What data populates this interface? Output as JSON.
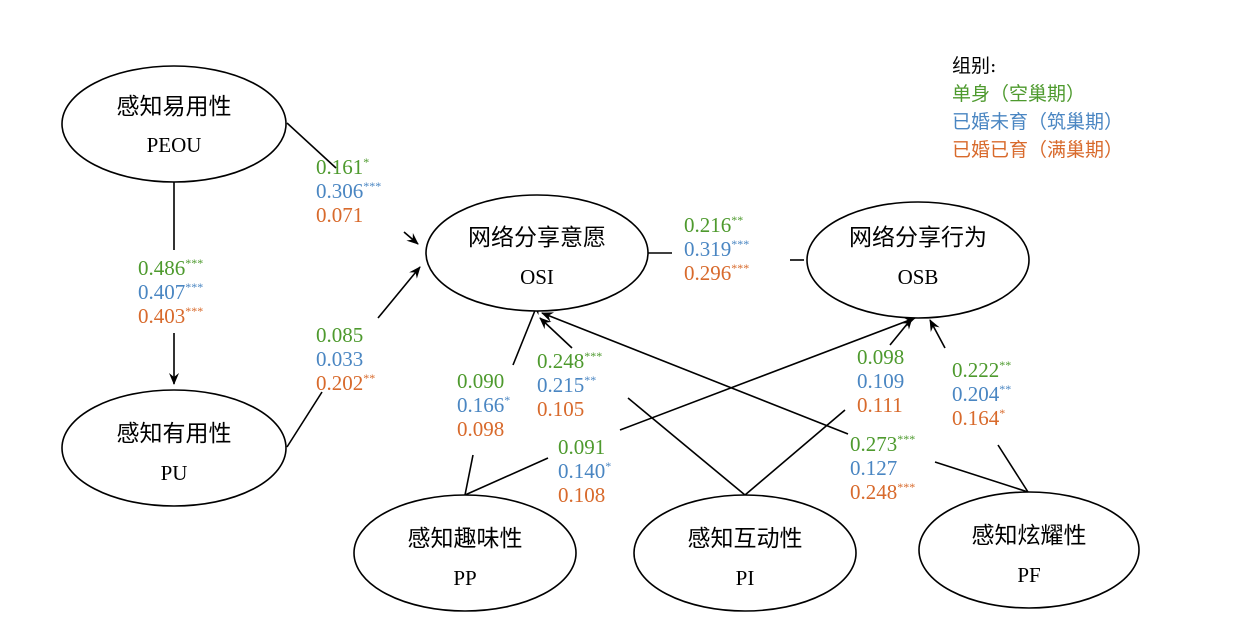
{
  "colors": {
    "single": "#4e9a2e",
    "married_no_child": "#4a86c2",
    "married_with_child": "#d86a2c",
    "line": "#000000"
  },
  "legend": {
    "title": "组别:",
    "groups": [
      {
        "label": "单身（空巢期）",
        "color": "#4e9a2e"
      },
      {
        "label": "已婚未育（筑巢期）",
        "color": "#4a86c2"
      },
      {
        "label": "已婚已育（满巢期）",
        "color": "#d86a2c"
      }
    ]
  },
  "nodes": {
    "peou": {
      "title": "感知易用性",
      "abbr": "PEOU"
    },
    "pu": {
      "title": "感知有用性",
      "abbr": "PU"
    },
    "osi": {
      "title": "网络分享意愿",
      "abbr": "OSI"
    },
    "osb": {
      "title": "网络分享行为",
      "abbr": "OSB"
    },
    "pp": {
      "title": "感知趣味性",
      "abbr": "PP"
    },
    "pi": {
      "title": "感知互动性",
      "abbr": "PI"
    },
    "pf": {
      "title": "感知炫耀性",
      "abbr": "PF"
    }
  },
  "paths": {
    "peou_osi": [
      {
        "value": "0.161",
        "sig": "*"
      },
      {
        "value": "0.306",
        "sig": "***"
      },
      {
        "value": "0.071",
        "sig": ""
      }
    ],
    "peou_pu": [
      {
        "value": "0.486",
        "sig": "***"
      },
      {
        "value": "0.407",
        "sig": "***"
      },
      {
        "value": "0.403",
        "sig": "***"
      }
    ],
    "pu_osi": [
      {
        "value": "0.085",
        "sig": ""
      },
      {
        "value": "0.033",
        "sig": ""
      },
      {
        "value": "0.202",
        "sig": "**"
      }
    ],
    "osi_osb": [
      {
        "value": "0.216",
        "sig": "**"
      },
      {
        "value": "0.319",
        "sig": "***"
      },
      {
        "value": "0.296",
        "sig": "***"
      }
    ],
    "pp_osi": [
      {
        "value": "0.090",
        "sig": ""
      },
      {
        "value": "0.166",
        "sig": "*"
      },
      {
        "value": "0.098",
        "sig": ""
      }
    ],
    "pi_osi": [
      {
        "value": "0.248",
        "sig": "***"
      },
      {
        "value": "0.215",
        "sig": "**"
      },
      {
        "value": "0.105",
        "sig": ""
      }
    ],
    "pp_osb": [
      {
        "value": "0.091",
        "sig": ""
      },
      {
        "value": "0.140",
        "sig": "*"
      },
      {
        "value": "0.108",
        "sig": ""
      }
    ],
    "pi_osb": [
      {
        "value": "0.098",
        "sig": ""
      },
      {
        "value": "0.109",
        "sig": ""
      },
      {
        "value": "0.111",
        "sig": ""
      }
    ],
    "pf_osi": [
      {
        "value": "0.273",
        "sig": "***"
      },
      {
        "value": "0.127",
        "sig": ""
      },
      {
        "value": "0.248",
        "sig": "***"
      }
    ],
    "pf_osb": [
      {
        "value": "0.222",
        "sig": "**"
      },
      {
        "value": "0.204",
        "sig": "**"
      },
      {
        "value": "0.164",
        "sig": "*"
      }
    ]
  }
}
